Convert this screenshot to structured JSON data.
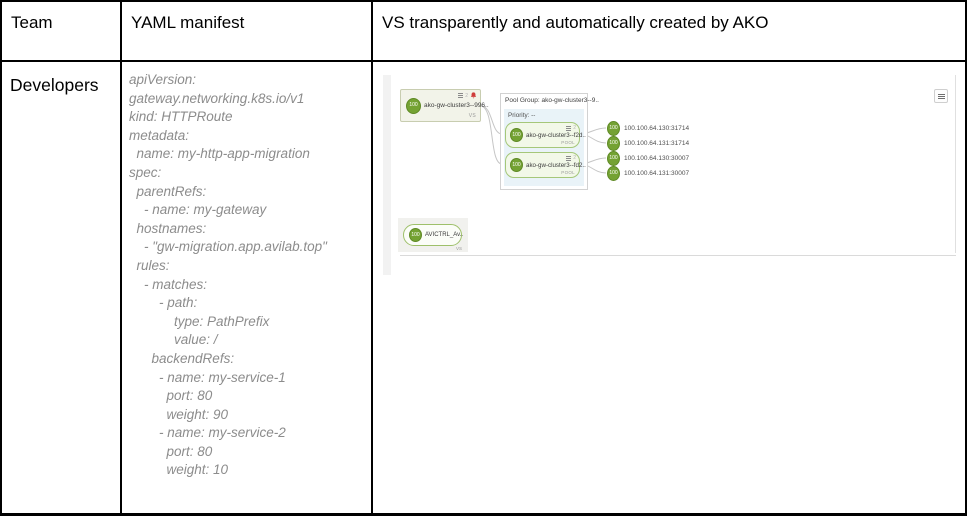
{
  "table": {
    "headers": [
      {
        "label": "Team"
      },
      {
        "label": "YAML manifest"
      },
      {
        "label": "VS transparently and automatically created by AKO"
      }
    ],
    "row": {
      "team": "Developers",
      "yaml": "apiVersion:\ngateway.networking.k8s.io/v1\nkind: HTTPRoute\nmetadata:\n  name: my-http-app-migration\nspec:\n  parentRefs:\n    - name: my-gateway\n  hostnames:\n    - \"gw-migration.app.avilab.top\"\n  rules:\n    - matches:\n        - path:\n            type: PathPrefix\n            value: /\n      backendRefs:\n        - name: my-service-1\n          port: 80\n          weight: 90\n        - name: my-service-2\n          port: 80\n          weight: 10"
    }
  },
  "diagram": {
    "vs_node": {
      "health": "100",
      "label": "ako-gw-cluster3--996..",
      "type_label": "VS",
      "count": "2"
    },
    "pool_group": {
      "title": "Pool Group: ako-gw-cluster3--9..",
      "priority": "Priority: --"
    },
    "pools": [
      {
        "health": "100",
        "label": "ako-gw-cluster3--f2d..",
        "count": "2",
        "type_label": "POOL"
      },
      {
        "health": "100",
        "label": "ako-gw-cluster3--fd2..",
        "count": "2",
        "type_label": "POOL"
      }
    ],
    "servers": [
      {
        "health": "100",
        "address": "100.100.64.130:31714"
      },
      {
        "health": "100",
        "address": "100.100.64.131:31714"
      },
      {
        "health": "100",
        "address": "100.100.64.130:30007"
      },
      {
        "health": "100",
        "address": "100.100.64.131:30007"
      }
    ],
    "standalone_vs": {
      "health": "100",
      "label": "AVICTRL_Av..",
      "type_label": "VS"
    },
    "icons": {
      "alert": "bell-icon",
      "pool_members": "servers-stack-icon",
      "collapse": "collapse-panel-icon"
    },
    "colors": {
      "health_green": "#74a233",
      "vs_node_bg": "#f2f3e9",
      "pool_bg": "#f2f8e8",
      "pool_border": "#a5c779",
      "group_inner_bg": "#e9f3f8",
      "alert_red": "#cf3c3c"
    }
  }
}
